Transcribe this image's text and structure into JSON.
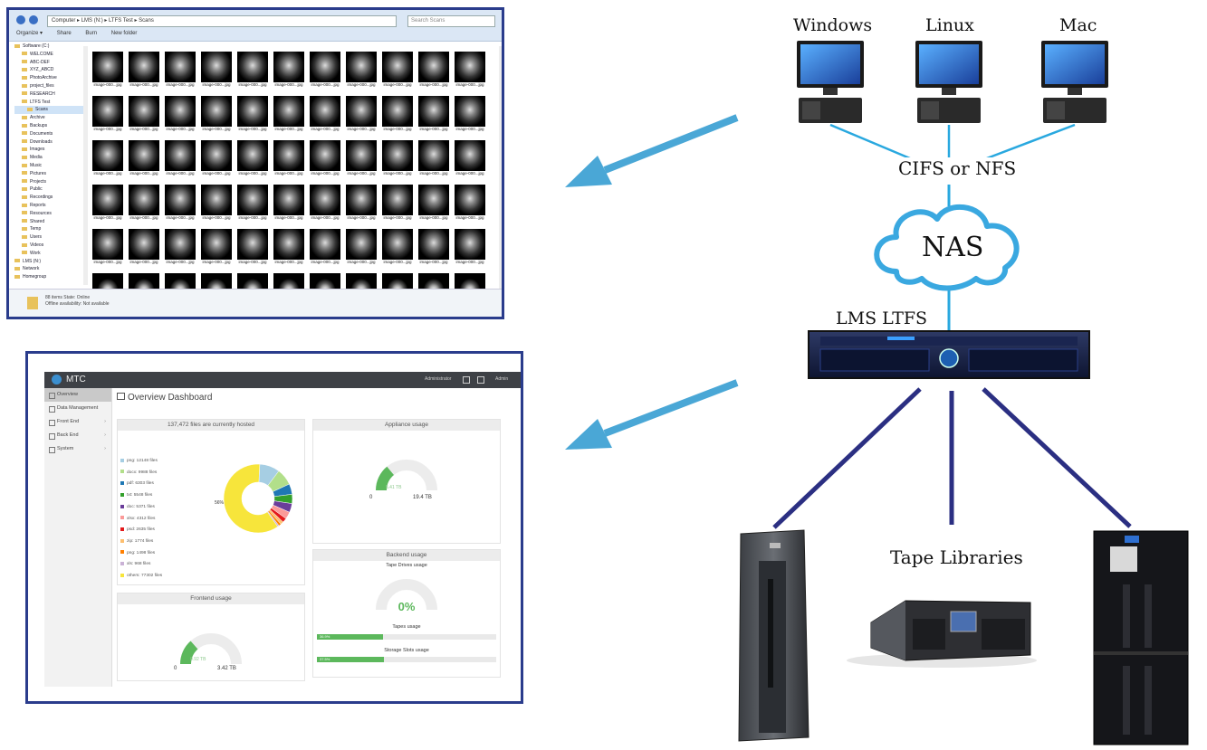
{
  "diagram": {
    "clients": [
      {
        "id": "windows",
        "label": "Windows"
      },
      {
        "id": "linux",
        "label": "Linux"
      },
      {
        "id": "mac",
        "label": "Mac"
      }
    ],
    "protocol_label": "CIFS or NFS",
    "nas_label": "NAS",
    "lms_label": "LMS LTFS",
    "tape_label": "Tape Libraries",
    "colors": {
      "client_link": "#29a8df",
      "tape_link": "#2b2f82",
      "arrow": "#4aa7d6",
      "cloud": "#ffffff",
      "cloud_stroke": "#3aa8e0",
      "frame": "#2a3c8c"
    }
  },
  "explorer": {
    "address": "Computer ▸ LMS (N:) ▸ LTFS Test ▸ Scans",
    "search_placeholder": "Search Scans",
    "toolbar": [
      "Organize ▾",
      "Share",
      "Burn",
      "New folder"
    ],
    "tree_items": [
      "Software (C:)",
      "WELCOME",
      "ABC-DEF",
      "XYZ_ABCD",
      "PhotoArchive",
      "project_files",
      "RESEARCH",
      "LTFS Test",
      "Scans",
      "Archive",
      "Backups",
      "Documents",
      "Downloads",
      "Images",
      "Media",
      "Music",
      "Pictures",
      "Projects",
      "Public",
      "Recordings",
      "Reports",
      "Resources",
      "Shared",
      "Temp",
      "Users",
      "Videos",
      "Work",
      "LMS (N:)",
      "Network",
      "Homegroup"
    ],
    "tree_selected_index": 8,
    "thumb_caption": "image-000...jpg",
    "status_line1": "88 items  State: Online",
    "status_line2": "Offline availability: Not available"
  },
  "dashboard": {
    "brand": "MTC",
    "header_right": [
      "Administrator",
      "",
      "",
      "Admin"
    ],
    "title": "Overview Dashboard",
    "nav": [
      {
        "label": "Overview",
        "active": true,
        "chevron": false
      },
      {
        "label": "Data Management",
        "active": false,
        "chevron": false
      },
      {
        "label": "Front End",
        "active": false,
        "chevron": true
      },
      {
        "label": "Back End",
        "active": false,
        "chevron": true
      },
      {
        "label": "System",
        "active": false,
        "chevron": true
      }
    ],
    "files_panel_title": "137,472 files are currently hosted",
    "files_legend": [
      {
        "label": "png: 12148 files",
        "color": "#a6cee3"
      },
      {
        "label": "docx: 9988 files",
        "color": "#b2df8a"
      },
      {
        "label": "pdf: 6303 files",
        "color": "#1f78b4"
      },
      {
        "label": "txt: 5548 files",
        "color": "#33a02c"
      },
      {
        "label": "doc: 5371 files",
        "color": "#6a3d9a"
      },
      {
        "label": "xlsx: 4312 files",
        "color": "#fb9a99"
      },
      {
        "label": "psd: 2635 files",
        "color": "#e31a1c"
      },
      {
        "label": "zip: 1774 files",
        "color": "#fdbf6f"
      },
      {
        "label": "png: 1498 files",
        "color": "#ff7f00"
      },
      {
        "label": "xls: 968 files",
        "color": "#cab2d6"
      },
      {
        "label": "others: 77302 files",
        "color": "#f7e53b"
      }
    ],
    "files_values": [
      12148,
      9988,
      6303,
      5548,
      5371,
      4312,
      2635,
      1774,
      1498,
      968,
      77302
    ],
    "pie_others_label": "56%",
    "appliance": {
      "title": "Appliance usage",
      "min_label": "0",
      "max_label": "19.4 TB",
      "value_label": "5.41 TB",
      "fraction": 0.28
    },
    "frontend": {
      "title": "Frontend usage",
      "min_label": "0",
      "max_label": "3.42 TB",
      "value_label": "0.92 TB",
      "fraction": 0.27
    },
    "backend": {
      "title": "Backend usage",
      "tape_drives_title": "Tape Drives usage",
      "tape_drives_value": "0%",
      "tapes_title": "Tapes usage",
      "tapes_value": "36.9%",
      "tapes_fraction": 0.369,
      "slots_title": "Storage Slots usage",
      "slots_value": "37.5%",
      "slots_fraction": 0.375
    },
    "accent": "#5cb85c"
  }
}
